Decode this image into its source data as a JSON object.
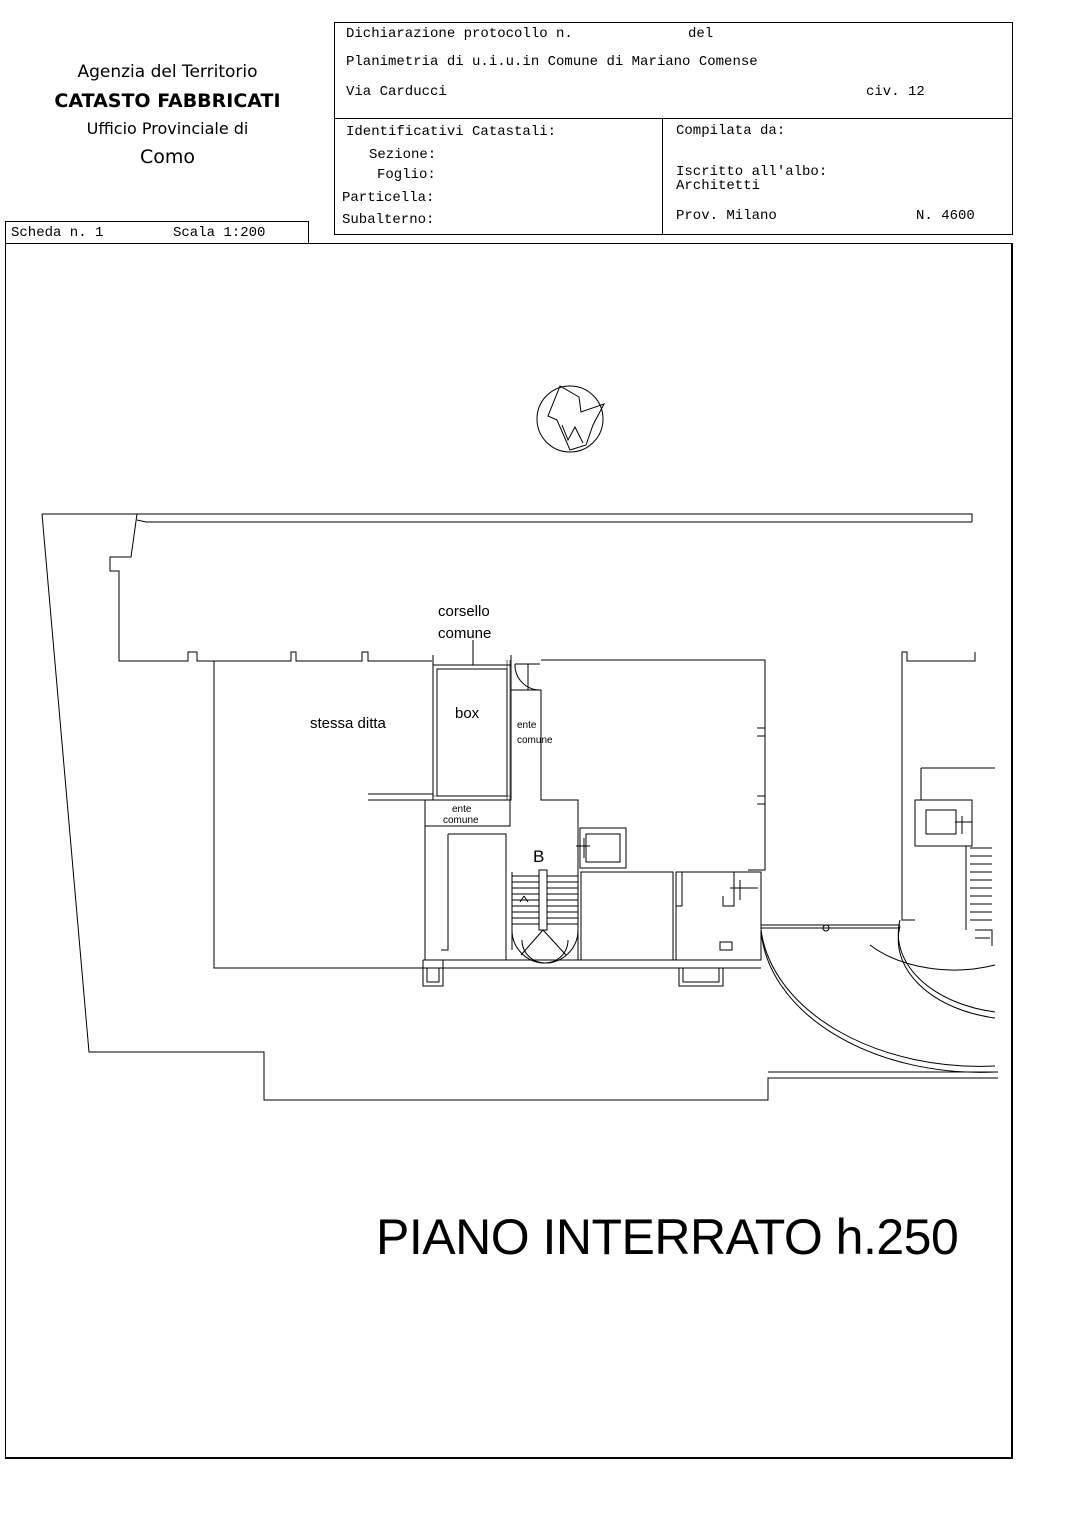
{
  "agency": {
    "line1": "Agenzia del Territorio",
    "line2": "CATASTO FABBRICATI",
    "line3": "Ufficio Provinciale di",
    "line4": "Como"
  },
  "header": {
    "protocol_label": "Dichiarazione protocollo n.",
    "protocol_del": "del",
    "planimetria": "Planimetria di u.i.u.in Comune di Mariano Comense",
    "address": "Via Carducci",
    "civ": "civ. 12",
    "identificativi": "Identificativi Catastali:",
    "sezione": "Sezione:",
    "foglio": "Foglio:",
    "particella": "Particella:",
    "subalterno": "Subalterno:",
    "compilata": "Compilata da:",
    "iscritto": "Iscritto all'albo:",
    "albo": "Architetti",
    "prov": "Prov. Milano",
    "numero": "N.  4600"
  },
  "scheda": {
    "scheda": "Scheda n. 1",
    "scala": "Scala 1:200"
  },
  "plan": {
    "labels": {
      "corsello1": "corsello",
      "corsello2": "comune",
      "box": "box",
      "stessa_ditta": "stessa ditta",
      "ente1_a": "ente",
      "ente1_b": "comune",
      "ente2_a": "ente",
      "ente2_b": "comune",
      "stair_b": "B"
    }
  },
  "title": "PIANO INTERRATO h.250"
}
